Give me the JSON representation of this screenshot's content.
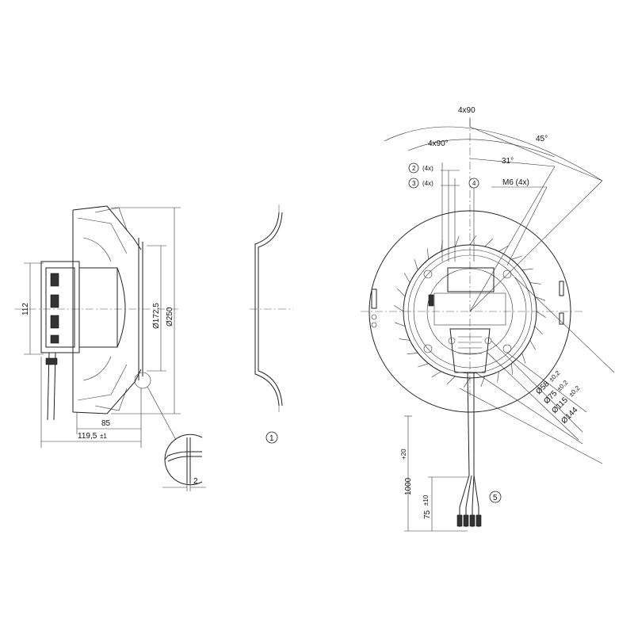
{
  "side_view": {
    "dim_height": "112",
    "dim_dia_inner": "Ø172,5",
    "dim_dia_outer": "Ø250",
    "dim_depth": "85",
    "dim_total_main": "119,5",
    "dim_total_tol": "±1"
  },
  "detail": {
    "dim_thickness": "2"
  },
  "ring_view": {
    "callout": "1"
  },
  "front_view": {
    "ang_4x90": "4x90",
    "ang_4x90deg": "4x90°",
    "ang_45": "45°",
    "ang_31": "31°",
    "callout_2": "2",
    "callout_2_qty": "(4x)",
    "callout_3": "3",
    "callout_3_qty": "(4x)",
    "callout_4": "4",
    "thread": "M6 (4x)",
    "dia_58": "Ø58",
    "dia_58_tol": "±0,2",
    "dia_75": "Ø75",
    "dia_75_tol": "±0,2",
    "dia_115": "Ø115",
    "dia_115_tol": "±0,2",
    "dia_144": "Ø144",
    "cable_len_main": "1000",
    "cable_len_tol": "+20",
    "lead_len_main": "75",
    "lead_len_tol": "±10",
    "callout_5": "5"
  }
}
